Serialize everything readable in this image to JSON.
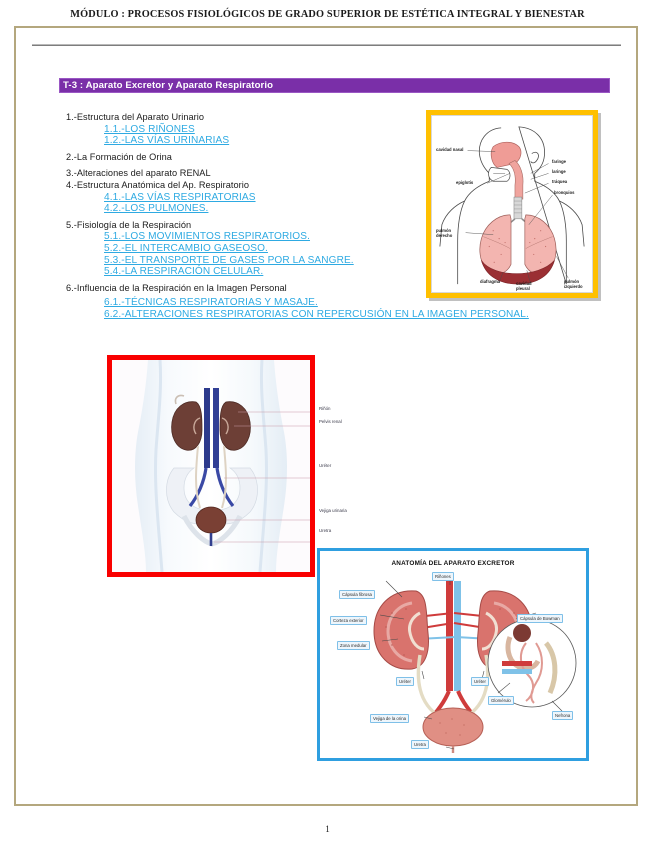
{
  "document": {
    "header": "MÓDULO : PROCESOS FISIOLÓGICOS DE GRADO SUPERIOR DE ESTÉTICA INTEGRAL Y BIENESTAR",
    "page_number": "1",
    "frame_color": "#b4a77e"
  },
  "topic": {
    "banner_label": "T-3 : Aparato Excretor y Aparato Respiratorio",
    "banner_bg": "#7a2fa8",
    "banner_text_color": "#ffffff"
  },
  "toc": {
    "link_color": "#2eaae2",
    "items": [
      {
        "text": "1.-Estructura del Aparato Urinario",
        "type": "top"
      },
      {
        "text": "1.1.-LOS RIÑONES",
        "type": "sub"
      },
      {
        "text": "1.2.-LAS VÍAS URINARIAS",
        "type": "sub"
      },
      {
        "text": "2.-La Formación de Orina",
        "type": "top"
      },
      {
        "text": "3.-Alteraciones del aparato RENAL",
        "type": "top"
      },
      {
        "text": "4.-Estructura Anatómica  del Ap. Respiratorio",
        "type": "top"
      },
      {
        "text": "4.1.-LAS VÍAS RESPIRATORIAS",
        "type": "sub"
      },
      {
        "text": "4.2.-LOS PULMONES.",
        "type": "sub"
      },
      {
        "text": "5.-Fisiología de la Respiración",
        "type": "top"
      },
      {
        "text": "5.1.-LOS MOVIMIENTOS RESPIRATORIOS.",
        "type": "sub"
      },
      {
        "text": "5.2.-EL INTERCAMBIO GASEOSO.",
        "type": "sub"
      },
      {
        "text": "5.3.-EL TRANSPORTE DE GASES POR LA SANGRE.",
        "type": "sub"
      },
      {
        "text": "5.4.-LA RESPIRACIÓN CELULAR.",
        "type": "sub"
      },
      {
        "text": "6.-Influencia de la Respiración en la Imagen Personal",
        "type": "top"
      },
      {
        "text": "6.1.-TÉCNICAS RESPIRATORIAS Y MASAJE.",
        "type": "sub"
      },
      {
        "text": "6.2.-ALTERACIONES RESPIRATORIAS CON REPERCUSIÓN EN LA IMAGEN PERSONAL.",
        "type": "sub"
      }
    ]
  },
  "figures": {
    "respiratory": {
      "border_color": "#ffc000",
      "labels": [
        "cavidad nasal",
        "faringe",
        "laringe",
        "tráquea",
        "bronquios",
        "epiglotis",
        "pulmón derecho",
        "diafragma",
        "cavidad pleural",
        "pulmón izquierdo"
      ]
    },
    "urinary_body": {
      "border_color": "#f90000",
      "labels": [
        "Riñón",
        "Pelvis renal",
        "Uréter",
        "Vejiga urinaria",
        "Uretra"
      ]
    },
    "excretor": {
      "border_color": "#2f9fe0",
      "title": "ANATOMÍA DEL APARATO EXCRETOR",
      "labels": [
        "Cápsula fibrosa",
        "Corteza exterior",
        "Zona medular",
        "Riñones",
        "Cápsula de Bowman",
        "Uréter",
        "Uréter",
        "Glomérulo",
        "Nefrona",
        "Vejiga de la orina",
        "Uretra"
      ]
    }
  }
}
